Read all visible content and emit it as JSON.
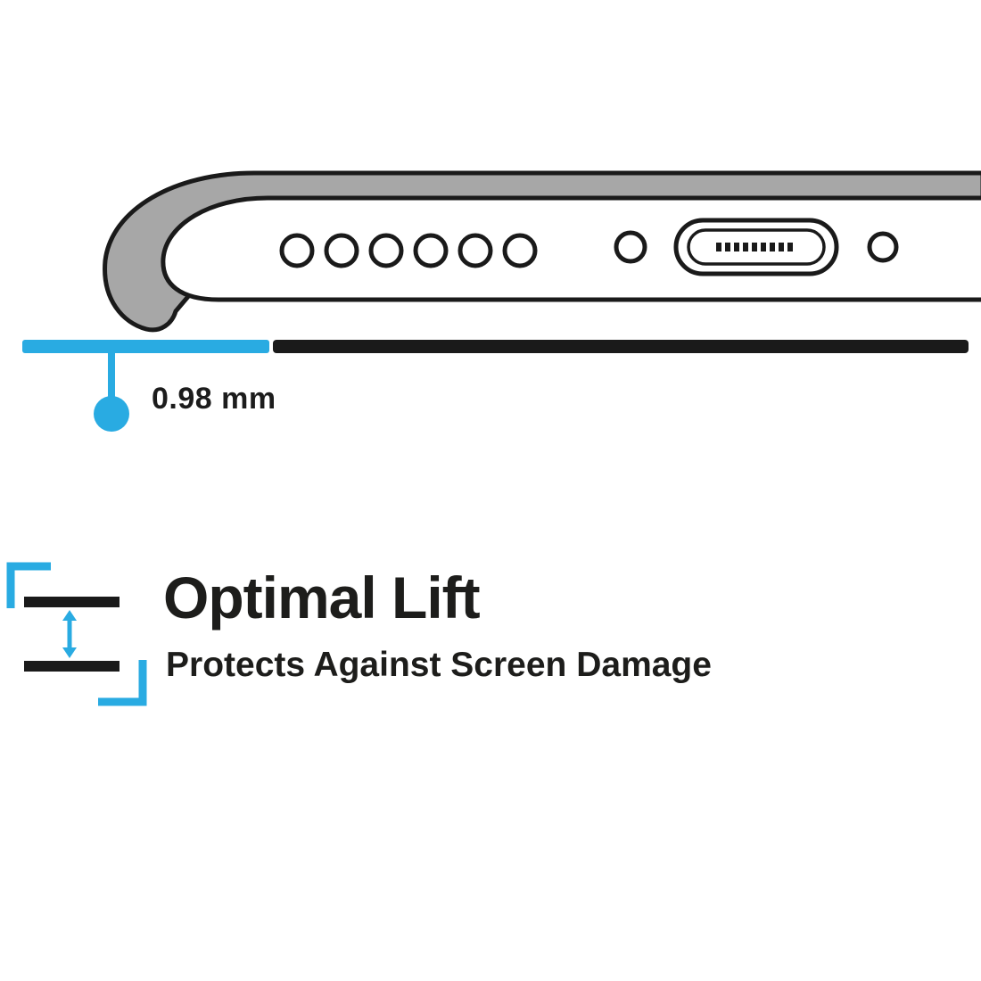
{
  "diagram": {
    "measurement_label": "0.98 mm",
    "feature_title": "Optimal Lift",
    "feature_subtitle": "Protects Against Screen Damage"
  },
  "colors": {
    "accent_cyan": "#29ABE2",
    "outline_black": "#1A1A1A",
    "case_gray": "#A7A7A7",
    "background": "#FFFFFF"
  },
  "icons": {
    "lift_gap_icon": "double-headed-vertical-arrow-between-two-lines",
    "measurement_marker_icon": "dot-with-stem-callout",
    "phone_illustration": "phone-bottom-edge-in-case-cross-section"
  }
}
